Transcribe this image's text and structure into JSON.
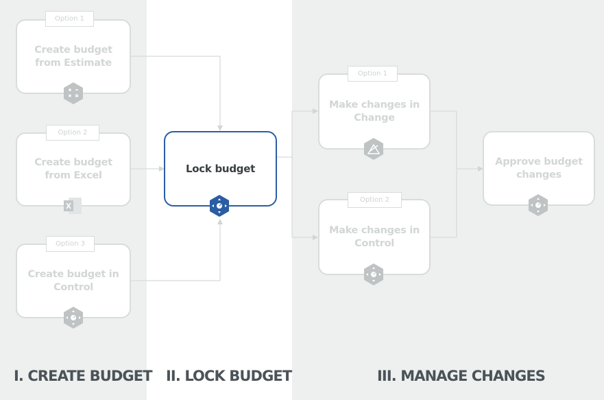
{
  "columns": [
    {
      "heading": "I. CREATE BUDGET"
    },
    {
      "heading": "II. LOCK BUDGET"
    },
    {
      "heading": "III. MANAGE CHANGES"
    }
  ],
  "create": [
    {
      "option": "Option 1",
      "label": "Create budget from Estimate",
      "icon": "calculator-icon"
    },
    {
      "option": "Option 2",
      "label": "Create budget from Excel",
      "icon": "excel-icon"
    },
    {
      "option": "Option 3",
      "label": "Create budget in Control",
      "icon": "control-dial-icon"
    }
  ],
  "lock": {
    "label": "Lock budget",
    "icon": "control-dial-icon",
    "accent": "#2a5da3"
  },
  "manage": [
    {
      "option": "Option 1",
      "label": "Make changes in Change",
      "icon": "change-icon"
    },
    {
      "option": "Option 2",
      "label": "Make changes in Control",
      "icon": "control-dial-icon"
    }
  ],
  "approve": {
    "label": "Approve budget changes",
    "icon": "control-dial-icon"
  },
  "colors": {
    "muted_text": "#d3d6d6",
    "border": "#d9dcdc",
    "icon_grey": "#bfc3c3",
    "heading": "#4b5358",
    "active": "#2a5da3"
  }
}
